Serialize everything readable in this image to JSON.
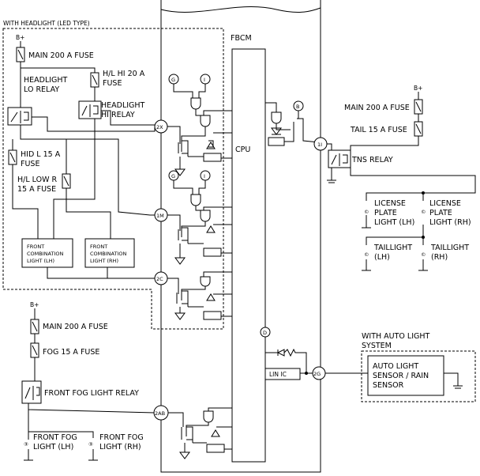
{
  "sections": {
    "headlight_group": "WITH HEADLIGHT (LED TYPE)",
    "auto_light_group_line1": "WITH AUTO LIGHT",
    "auto_light_group_line2": "SYSTEM"
  },
  "module": {
    "name": "FBCM",
    "cpu": "CPU",
    "lin_ic": "LIN IC"
  },
  "power": "B+",
  "headlight": {
    "main_fuse": "MAIN 200 A FUSE",
    "hl_hi_fuse_line1": "H/L HI 20 A",
    "hl_hi_fuse_line2": "FUSE",
    "lo_relay_line1": "HEADLIGHT",
    "lo_relay_line2": "LO RELAY",
    "hi_relay_line1": "HEADLIGHT",
    "hi_relay_line2": "HI RELAY",
    "hid_fuse_line1": "HID L 15 A",
    "hid_fuse_line2": "FUSE",
    "hl_low_fuse_line1": "H/L LOW R",
    "hl_low_fuse_line2": "15 A FUSE",
    "fcl_lh_line1": "FRONT",
    "fcl_lh_line2": "COMBINATION",
    "fcl_lh_line3": "LIGHT (LH)",
    "fcl_rh_line1": "FRONT",
    "fcl_rh_line2": "COMBINATION",
    "fcl_rh_line3": "LIGHT (RH)"
  },
  "tail": {
    "main_fuse": "MAIN 200 A FUSE",
    "tail_fuse": "TAIL 15 A FUSE",
    "tns_relay": "TNS RELAY",
    "license_lh_line1": "LICENSE",
    "license_lh_line2": "PLATE",
    "license_lh_line3": "LIGHT (LH)",
    "license_rh_line1": "LICENSE",
    "license_rh_line2": "PLATE",
    "license_rh_line3": "LIGHT (RH)",
    "taillight_lh_line1": "TAILLIGHT",
    "taillight_lh_line2": "(LH)",
    "taillight_rh_line1": "TAILLIGHT",
    "taillight_rh_line2": "(RH)"
  },
  "fog": {
    "main_fuse": "MAIN 200 A FUSE",
    "fog_fuse": "FOG 15 A FUSE",
    "relay": "FRONT FOG LIGHT RELAY",
    "lh_line1": "FRONT FOG",
    "lh_line2": "LIGHT (LH)",
    "rh_line1": "FRONT FOG",
    "rh_line2": "LIGHT (RH)"
  },
  "sensor": {
    "line1": "AUTO LIGHT",
    "line2": "SENSOR / RAIN",
    "line3": "SENSOR"
  },
  "terminals": {
    "t2x": "2X",
    "t1m": "1M",
    "t2c": "2C",
    "t1i": "1I",
    "t2g": "2G",
    "t2ab": "2AB",
    "g": "G",
    "i": "I",
    "b": "B",
    "d": "D"
  },
  "symbols": {
    "bulb_mark": "©",
    "fog_mark": "③"
  }
}
